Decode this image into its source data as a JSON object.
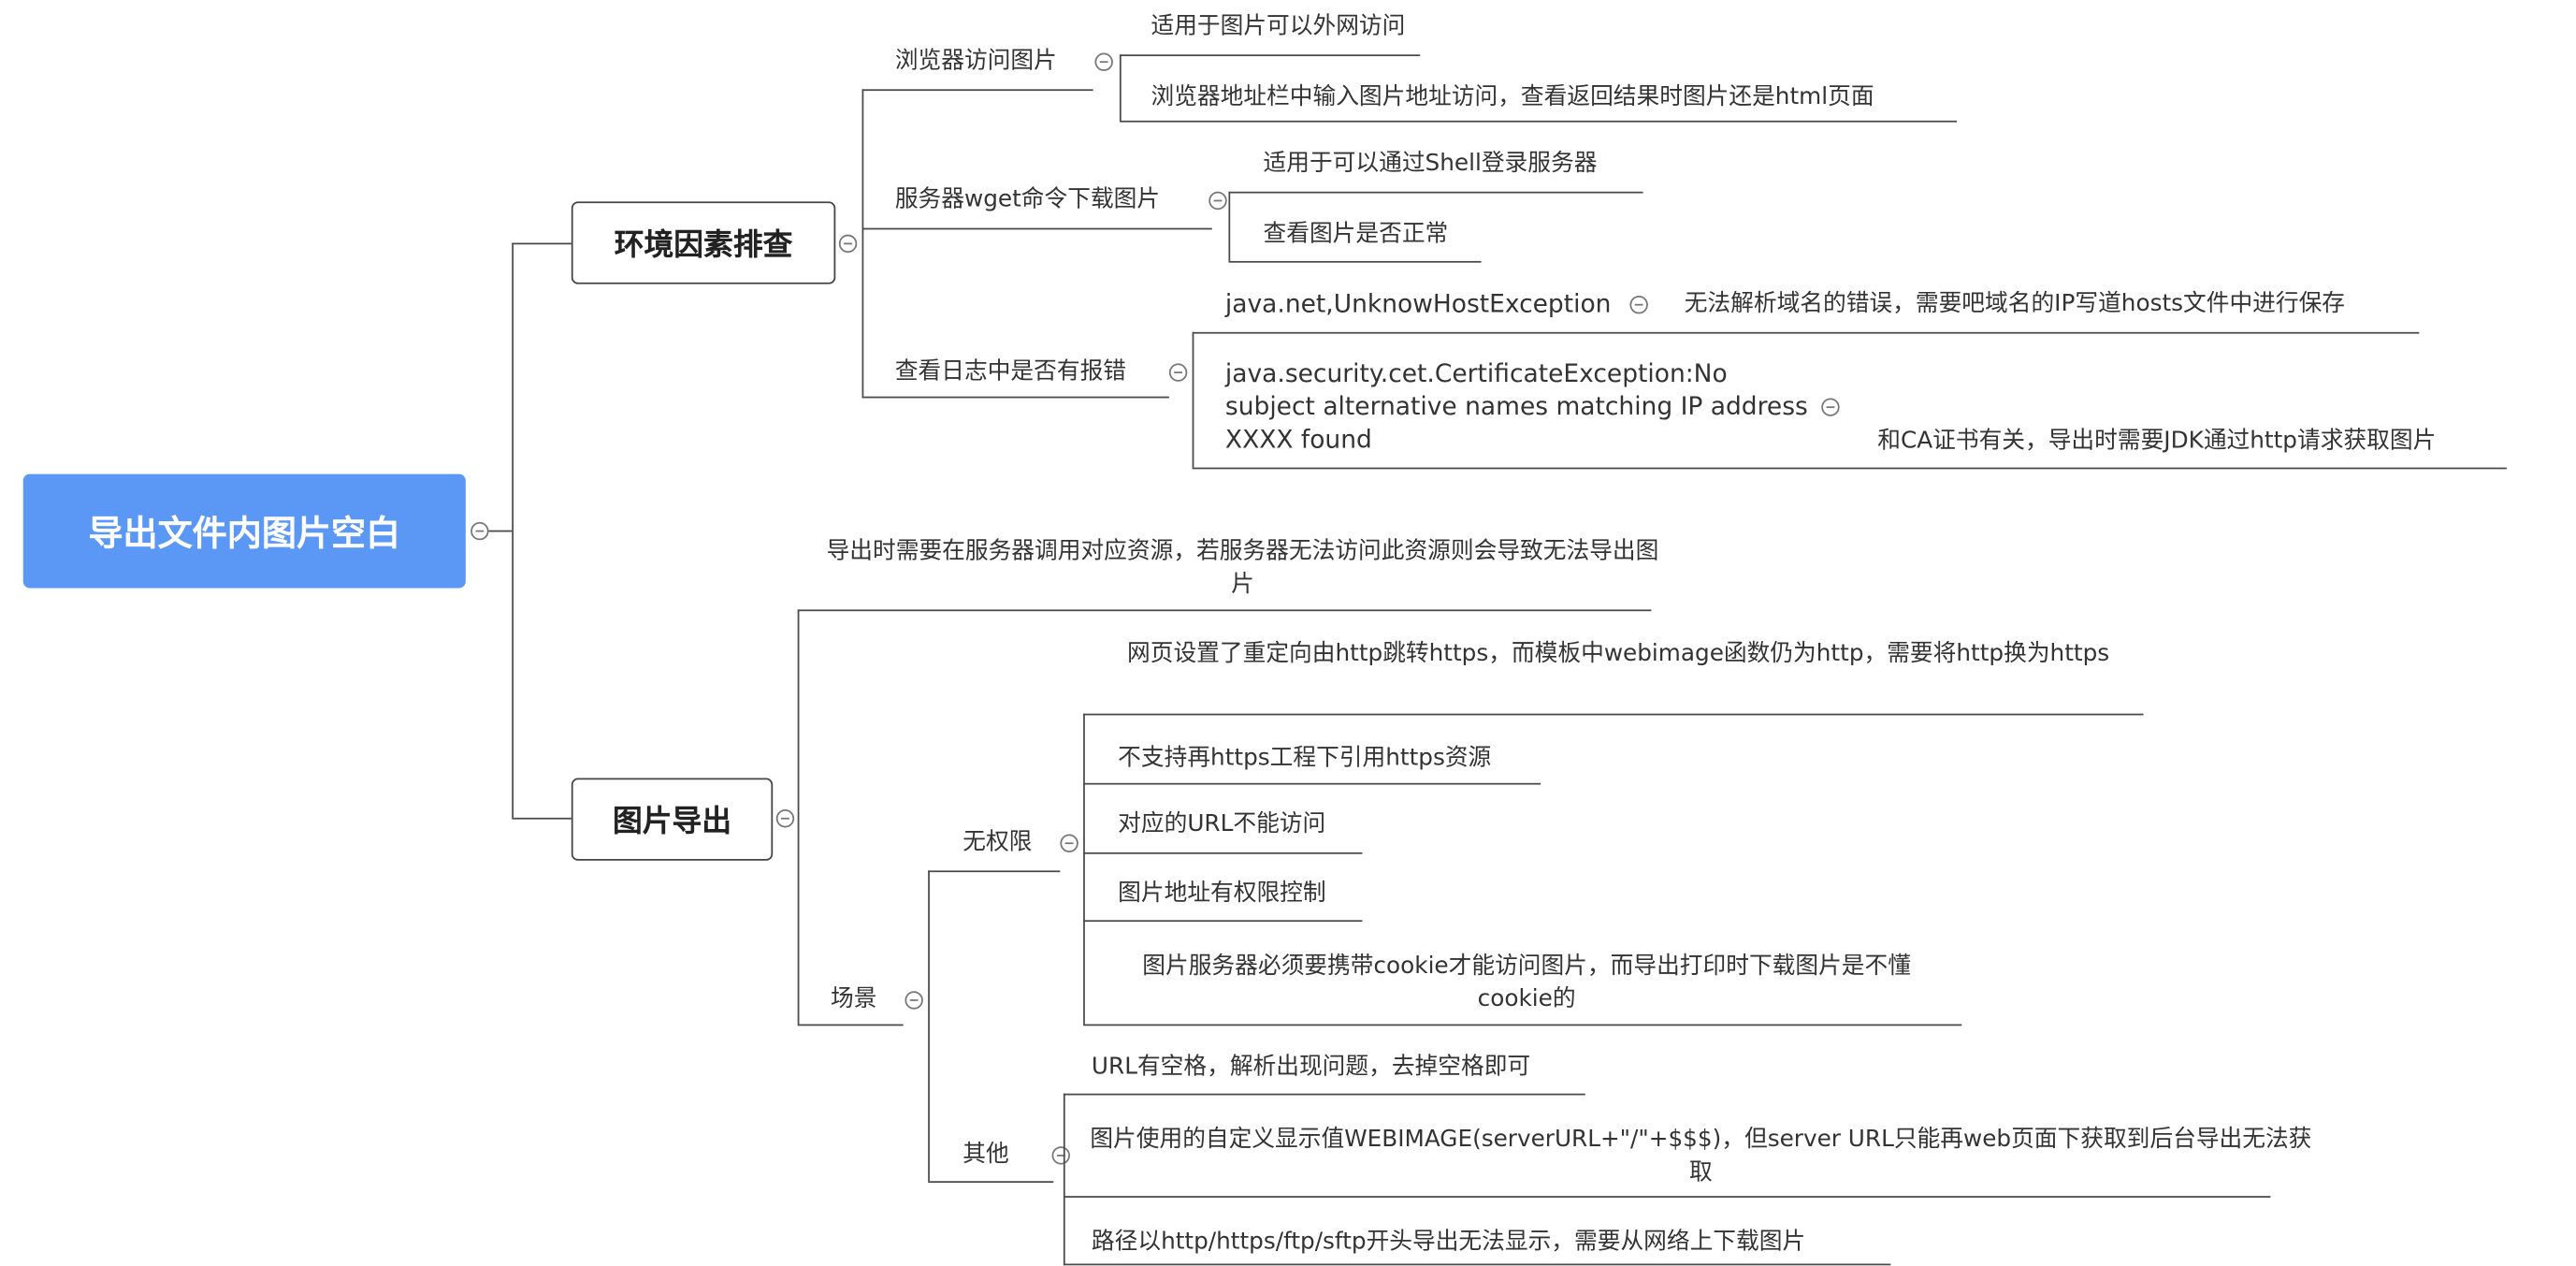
{
  "root": {
    "title": "导出文件内图片空白",
    "branches": [
      {
        "title": "环境因素排查",
        "children": [
          {
            "title": "浏览器访问图片",
            "items": [
              "适用于图片可以外网访问",
              "浏览器地址栏中输入图片地址访问，查看返回结果时图片还是html页面"
            ]
          },
          {
            "title": "服务器wget命令下载图片",
            "items": [
              "适用于可以通过Shell登录服务器",
              "查看图片是否正常"
            ]
          },
          {
            "title": "查看日志中是否有报错",
            "items": [
              {
                "error": "java.net,UnknowHostException",
                "note": "无法解析域名的错误，需要吧域名的IP写道hosts文件中进行保存"
              },
              {
                "error_lines": [
                  "java.security.cet.CertificateException:No",
                  "subject alternative names matching IP address",
                  "XXXX found"
                ],
                "note": "和CA证书有关，导出时需要JDK通过http请求获取图片"
              }
            ]
          }
        ]
      },
      {
        "title": "图片导出",
        "children": [
          {
            "title": "导出时需要在服务器调用对应资源，若服务器无法访问此资源则会导致无法导出图片"
          },
          {
            "title": "场景",
            "children": [
              {
                "title": "无权限",
                "items": [
                  "网页设置了重定向由http跳转https，而模板中webimage函数仍为http，需要将http换为https",
                  "不支持再https工程下引用https资源",
                  "对应的URL不能访问",
                  "图片地址有权限控制",
                  "图片服务器必须要携带cookie才能访问图片，而导出打印时下载图片是不懂cookie的"
                ]
              },
              {
                "title": "其他",
                "items": [
                  "URL有空格，解析出现问题，去掉空格即可",
                  "图片使用的自定义显示值WEBIMAGE(serverURL+\"/\"+$$$)，但server URL只能再web页面下获取到后台导出无法获取",
                  "路径以http/https/ftp/sftp开头导出无法显示，需要从网络上下载图片"
                ]
              }
            ]
          }
        ]
      }
    ]
  }
}
